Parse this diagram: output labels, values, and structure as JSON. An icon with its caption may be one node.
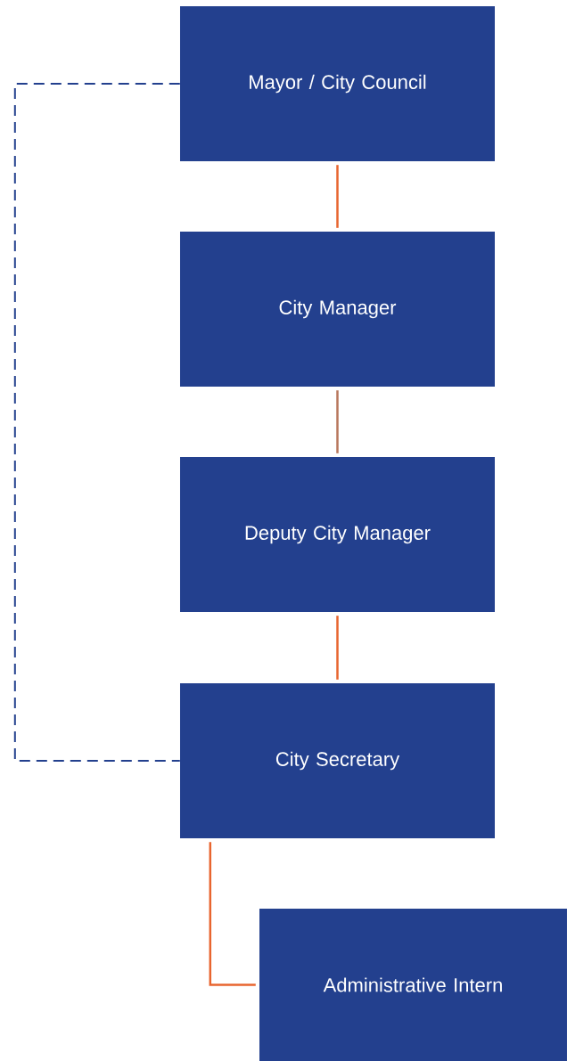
{
  "diagram": {
    "nodes": [
      {
        "text": [
          "Mayor / City Council"
        ]
      },
      {
        "text": [
          "City Manager"
        ]
      },
      {
        "text": [
          "Deputy City Manager"
        ]
      },
      {
        "text": [
          "City Secretary"
        ]
      },
      {
        "text": [
          "Administrative Intern"
        ]
      }
    ],
    "edges": [
      {
        "from": 0,
        "to": 1,
        "arrow": "none"
      },
      {
        "from": 1,
        "to": 2,
        "arrow": "none",
        "color": "#b8775c"
      },
      {
        "from": 2,
        "to": 3,
        "arrow": "none"
      },
      {
        "from": 3,
        "to": 4,
        "arrow": "none"
      },
      {
        "from": 0,
        "to": 3,
        "arrow": "none",
        "style": "dashed",
        "color": "#23408e"
      }
    ]
  }
}
